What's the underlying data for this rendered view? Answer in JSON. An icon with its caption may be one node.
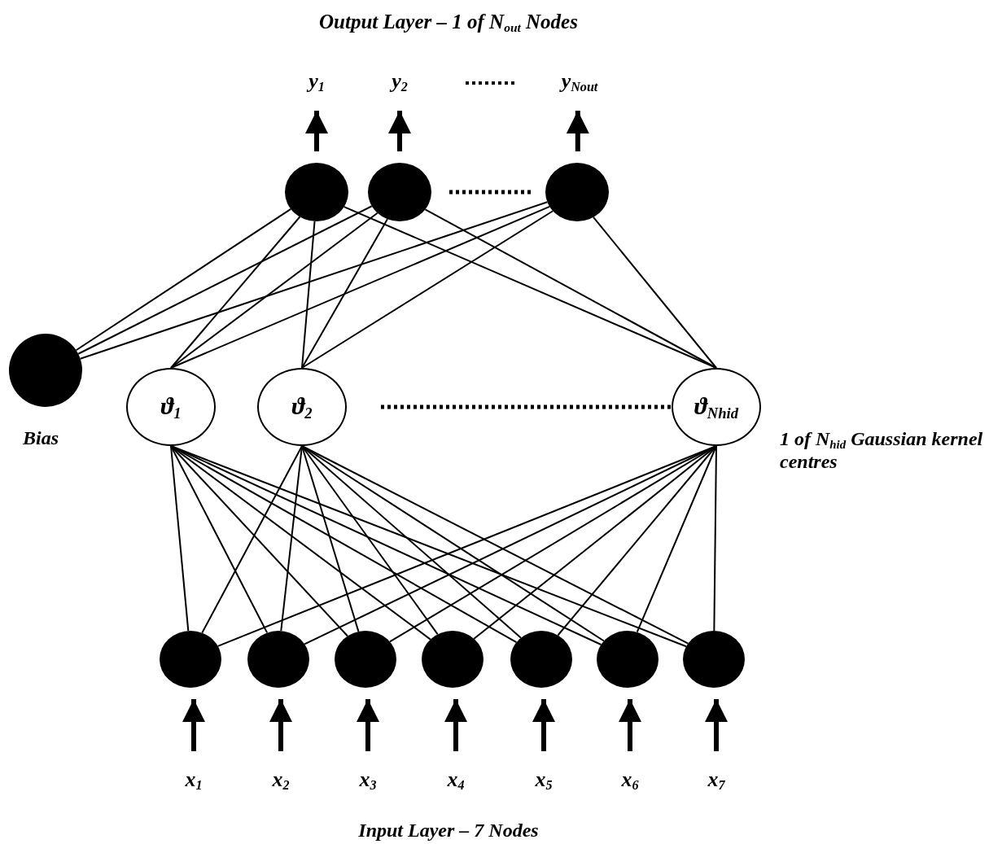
{
  "diagram": {
    "nodes": [
      {
        "text": [
          "y$_{1}$"
        ]
      },
      {
        "text": [
          "y$_{2}$"
        ]
      },
      {
        "text": [
          "y$_{Nout}$"
        ]
      },
      {
        "text": [],
        "shape": "circle"
      },
      {
        "text": [],
        "shape": "circle"
      },
      {
        "text": [],
        "shape": "circle"
      },
      {
        "text": [],
        "shape": "circle",
        "beside": [
          "Bias"
        ]
      },
      {
        "text": [
          "ϑ$_{1}$"
        ]
      },
      {
        "text": [
          "ϑ$_{2}$"
        ]
      },
      {
        "text": [
          "ϑ$_{Nhid}$"
        ]
      },
      {
        "text": [],
        "shape": "circle"
      },
      {
        "text": [],
        "shape": "circle"
      },
      {
        "text": [],
        "shape": "circle"
      },
      {
        "text": [],
        "shape": "circle"
      },
      {
        "text": [],
        "shape": "circle"
      },
      {
        "text": [],
        "shape": "circle"
      },
      {
        "text": [],
        "shape": "circle"
      },
      {
        "text": [
          "x$_{1}$"
        ]
      },
      {
        "text": [
          "x$_{2}$"
        ]
      },
      {
        "text": [
          "x$_{3}$"
        ]
      },
      {
        "text": [
          "x$_{4}$"
        ]
      },
      {
        "text": [
          "x$_{5}$"
        ]
      },
      {
        "text": [
          "x$_{6}$"
        ]
      },
      {
        "text": [
          "x$_{7}$"
        ]
      }
    ],
    "edges": [
      {
        "from": 3,
        "to": 0,
        "arrow": "to",
        "style": "thick"
      },
      {
        "from": 4,
        "to": 1,
        "arrow": "to",
        "style": "thick"
      },
      {
        "from": 5,
        "to": 2,
        "arrow": "to",
        "style": "thick"
      },
      {
        "from": 6,
        "to": 3,
        "arrow": "none"
      },
      {
        "from": 6,
        "to": 4,
        "arrow": "none"
      },
      {
        "from": 6,
        "to": 5,
        "arrow": "none"
      },
      {
        "from": 7,
        "to": 3,
        "arrow": "none"
      },
      {
        "from": 7,
        "to": 4,
        "arrow": "none"
      },
      {
        "from": 7,
        "to": 5,
        "arrow": "none"
      },
      {
        "from": 8,
        "to": 3,
        "arrow": "none"
      },
      {
        "from": 8,
        "to": 4,
        "arrow": "none"
      },
      {
        "from": 8,
        "to": 5,
        "arrow": "none"
      },
      {
        "from": 9,
        "to": 3,
        "arrow": "none"
      },
      {
        "from": 9,
        "to": 4,
        "arrow": "none"
      },
      {
        "from": 9,
        "to": 5,
        "arrow": "none"
      },
      {
        "from": 7,
        "to": 10,
        "arrow": "none"
      },
      {
        "from": 7,
        "to": 11,
        "arrow": "none"
      },
      {
        "from": 7,
        "to": 12,
        "arrow": "none"
      },
      {
        "from": 7,
        "to": 13,
        "arrow": "none"
      },
      {
        "from": 7,
        "to": 14,
        "arrow": "none"
      },
      {
        "from": 7,
        "to": 15,
        "arrow": "none"
      },
      {
        "from": 7,
        "to": 16,
        "arrow": "none"
      },
      {
        "from": 8,
        "to": 10,
        "arrow": "none"
      },
      {
        "from": 8,
        "to": 11,
        "arrow": "none"
      },
      {
        "from": 8,
        "to": 12,
        "arrow": "none"
      },
      {
        "from": 8,
        "to": 13,
        "arrow": "none"
      },
      {
        "from": 8,
        "to": 14,
        "arrow": "none"
      },
      {
        "from": 8,
        "to": 15,
        "arrow": "none"
      },
      {
        "from": 8,
        "to": 16,
        "arrow": "none"
      },
      {
        "from": 9,
        "to": 10,
        "arrow": "none"
      },
      {
        "from": 9,
        "to": 11,
        "arrow": "none"
      },
      {
        "from": 9,
        "to": 12,
        "arrow": "none"
      },
      {
        "from": 9,
        "to": 13,
        "arrow": "none"
      },
      {
        "from": 9,
        "to": 14,
        "arrow": "none"
      },
      {
        "from": 9,
        "to": 15,
        "arrow": "none"
      },
      {
        "from": 9,
        "to": 16,
        "arrow": "none"
      },
      {
        "from": 17,
        "to": 10,
        "arrow": "to",
        "style": "thick"
      },
      {
        "from": 18,
        "to": 11,
        "arrow": "to",
        "style": "thick"
      },
      {
        "from": 19,
        "to": 12,
        "arrow": "to",
        "style": "thick"
      },
      {
        "from": 20,
        "to": 13,
        "arrow": "to",
        "style": "thick"
      },
      {
        "from": 21,
        "to": 14,
        "arrow": "to",
        "style": "thick"
      },
      {
        "from": 22,
        "to": 15,
        "arrow": "to",
        "style": "thick"
      },
      {
        "from": 23,
        "to": 16,
        "arrow": "to",
        "style": "thick"
      }
    ],
    "labels": [
      "Output Layer – 1 of N$_{out}$ Nodes",
      "1 of N$_{hid}$ Gaussian kernel centres",
      "Input Layer – 7 Nodes"
    ]
  }
}
